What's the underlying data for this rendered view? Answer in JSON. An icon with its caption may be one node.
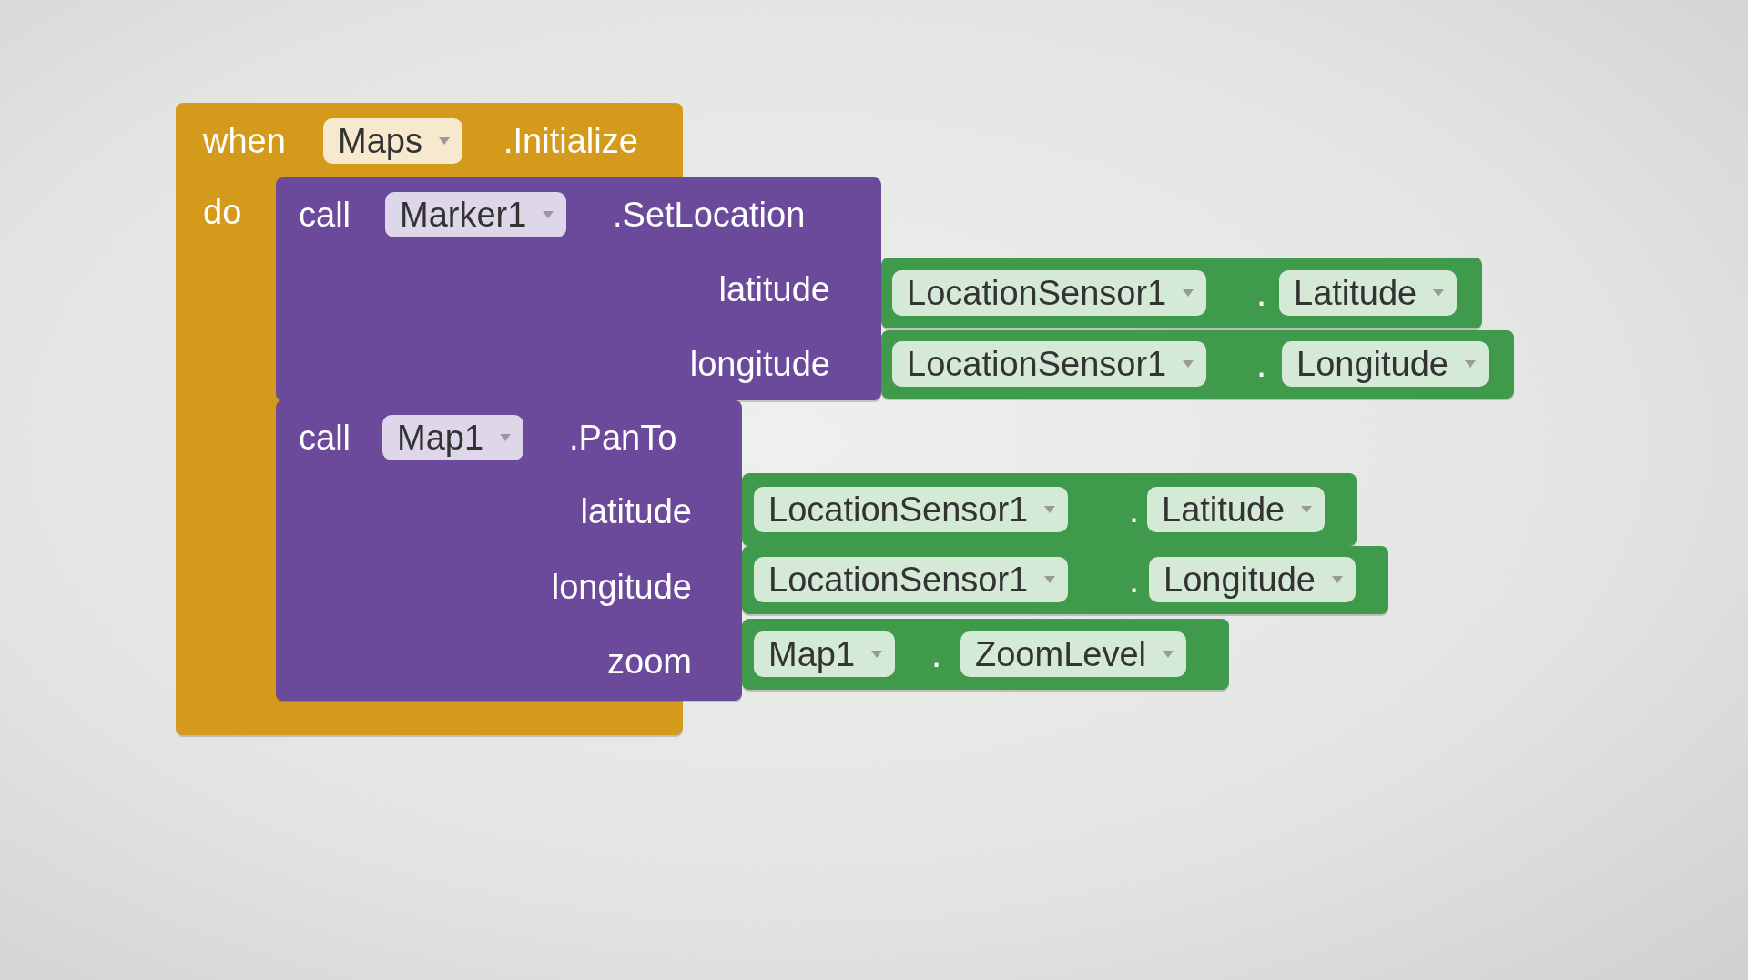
{
  "diagram": {
    "nodes": [
      {
        "text": [
          "when",
          "Maps",
          ".Initialize",
          "do"
        ]
      },
      {
        "text": [
          "call",
          "Marker1",
          ".SetLocation",
          "latitude",
          "longitude"
        ]
      },
      {
        "text": [
          "LocationSensor1",
          ".",
          "Latitude"
        ]
      },
      {
        "text": [
          "LocationSensor1",
          ".",
          "Longitude"
        ]
      },
      {
        "text": [
          "call",
          "Map1",
          ".PanTo",
          "latitude",
          "longitude",
          "zoom"
        ]
      },
      {
        "text": [
          "LocationSensor1",
          ".",
          "Latitude"
        ]
      },
      {
        "text": [
          "LocationSensor1",
          ".",
          "Longitude"
        ]
      },
      {
        "text": [
          "Map1",
          ".",
          "ZoomLevel"
        ]
      }
    ]
  }
}
